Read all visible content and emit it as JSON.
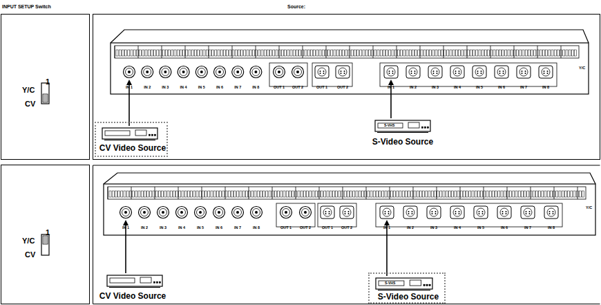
{
  "diagram": {
    "nodes": [
      {
        "text": [
          "1",
          "Y/C",
          "CV"
        ]
      },
      {
        "text": [
          "CV Video Source"
        ]
      },
      {
        "text": [
          "1",
          "Y/C",
          "CV"
        ]
      },
      {
        "text": [
          "S-VHS",
          "S-Video Source"
        ]
      }
    ],
    "labels": [
      "INPUT SETUP Switch",
      "Source:",
      "IN 1",
      "IN 2",
      "IN 3",
      "IN 4",
      "IN 5",
      "IN 6",
      "IN 7",
      "IN 8",
      "OUT 1",
      "OUT 2",
      "OUT 1",
      "OUT 2",
      "IN 1",
      "IN 2",
      "IN 3",
      "IN 4",
      "IN 5",
      "IN 6",
      "IN 7",
      "IN 8",
      "Y/C",
      "S-VHS",
      "S-Video Source",
      "IN 1",
      "IN 2",
      "IN 3",
      "IN 4",
      "IN 5",
      "IN 6",
      "IN 7",
      "IN 8",
      "OUT 1",
      "OUT 2",
      "OUT 1",
      "OUT 2",
      "IN 1",
      "IN 2",
      "IN 3",
      "IN 4",
      "IN 5",
      "IN 6",
      "IN 7",
      "IN 8",
      "Y/C",
      "CV Video Source"
    ]
  }
}
